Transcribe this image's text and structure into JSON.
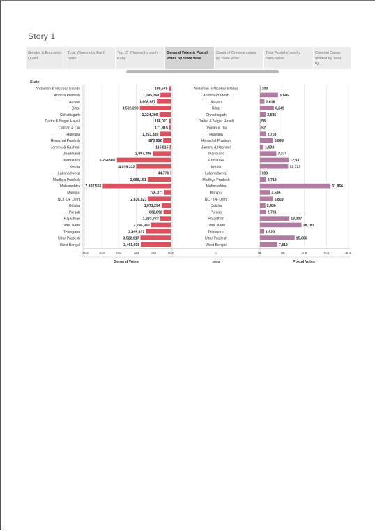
{
  "story": {
    "title": "Story 1"
  },
  "tabs": [
    {
      "label": "Gender & Education Qualif...",
      "active": false
    },
    {
      "label": "Total Winners by Each State",
      "active": false
    },
    {
      "label": "Top 15 Winners by each Party",
      "active": false
    },
    {
      "label": "General Votes & Postal Votes by State wise",
      "active": true
    },
    {
      "label": "Count of Criminal cases by State Wise",
      "active": false
    },
    {
      "label": "Total Postal Votes by Party Wise",
      "active": false
    },
    {
      "label": "Criminal Cases divided by Total Wi...",
      "active": false
    }
  ],
  "colors": {
    "general": "#d9525e",
    "postal": "#b07aa1",
    "grid": "#e2e2e2",
    "axis": "#bdbdbd"
  },
  "chart_data": {
    "type": "bar",
    "row_header": "State",
    "categories": [
      "Andaman & Nicobar Islands",
      "Andhra Pradesh",
      "Assam",
      "Bihar",
      "Chhattisgarh",
      "Dadra & Nagar Haveli",
      "Daman & Diu",
      "Haryana",
      "Himachal Pradesh",
      "Jammu & Kashmir",
      "Jharkhand",
      "Karnataka",
      "Kerala",
      "Lakshadweep",
      "Madhya Pradesh",
      "Maharashtra",
      "Manipur",
      "NCT OF Delhi",
      "Odisha",
      "Punjab",
      "Rajasthan",
      "Tamil Nadu",
      "Telangana",
      "Uttar Pradesh",
      "West Bengal"
    ],
    "series": [
      {
        "name": "General Votes",
        "values": [
          199675,
          1195760,
          1608987,
          3592200,
          1324309,
          188021,
          171815,
          1263839,
          878952,
          115815,
          2097386,
          6254987,
          4019332,
          44776,
          2688151,
          7897555,
          745371,
          2638323,
          1071294,
          832892,
          1233773,
          2296930,
          2899827,
          3522017,
          3461035
        ],
        "labels": [
          "199,675",
          "1,195,760",
          "1,608,987",
          "3,592,200",
          "1,324,309",
          "188,021",
          "171,815",
          "1,263,839",
          "878,952",
          "115,815",
          "2,097,386",
          "6,254,987",
          "4,019,332",
          "44,776",
          "2,688,151",
          "7,897,555",
          "745,371",
          "2,638,323",
          "1,071,294",
          "832,892",
          "1,233,773",
          "2,296,930",
          "2,899,827",
          "3,522,017",
          "3,461,035"
        ],
        "axis_label": "General Votes",
        "ticks": [
          {
            "v": 10000000,
            "t": "10M"
          },
          {
            "v": 8000000,
            "t": "8M"
          },
          {
            "v": 6000000,
            "t": "6M"
          },
          {
            "v": 4000000,
            "t": "4M"
          },
          {
            "v": 2000000,
            "t": "2M"
          },
          {
            "v": 0,
            "t": "0M"
          }
        ],
        "range": [
          0,
          10200000
        ],
        "orientation": "reversed"
      },
      {
        "name": "Postal Votes",
        "values": [
          200,
          8146,
          2016,
          6249,
          2585,
          58,
          52,
          2703,
          5898,
          1633,
          7374,
          12937,
          12723,
          103,
          2718,
          31866,
          4595,
          5868,
          2436,
          2731,
          13307,
          18783,
          1920,
          15666,
          7819
        ],
        "labels": [
          "200",
          "8,146",
          "2,016",
          "6,249",
          "2,585",
          "58",
          "52",
          "2,703",
          "5,898",
          "1,633",
          "7,374",
          "12,937",
          "12,723",
          "103",
          "2,718",
          "31,866",
          "4,595",
          "5,868",
          "2,436",
          "2,731",
          "13,307",
          "18,783",
          "1,920",
          "15,666",
          "7,819"
        ],
        "axis_label": "Postal Votes",
        "ticks": [
          {
            "v": 0,
            "t": "0K"
          },
          {
            "v": 10000,
            "t": "10K"
          },
          {
            "v": 20000,
            "t": "20K"
          },
          {
            "v": 30000,
            "t": "30K"
          },
          {
            "v": 40000,
            "t": "40K"
          }
        ],
        "range": [
          0,
          40000
        ]
      }
    ],
    "middle_axis": {
      "tick": "0",
      "label": "zero"
    },
    "grid": true
  }
}
